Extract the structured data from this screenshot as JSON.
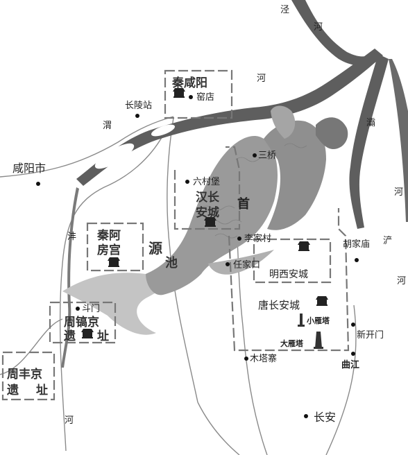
{
  "rivers": {
    "jing_1": "泾",
    "jing_2": "河",
    "wei_1": "渭",
    "wei_2": "河",
    "ba_1": "灞",
    "ba_2": "河",
    "chan_1": "浐",
    "chan_2": "河",
    "feng_1": "沣",
    "feng_2": "河"
  },
  "places": {
    "xianyang_city": "咸阳市",
    "changling_station": "长陵站",
    "yaodian": "窑店",
    "sanqiao": "三桥",
    "liucunbao": "六村堡",
    "lijiacun": "李家村",
    "renjiakou": "任家口",
    "hujiamiao": "胡家庙",
    "doumen": "斗门",
    "xinkaimen": "新开门",
    "mutazhai": "木塔寨",
    "qujiang": "曲江",
    "changan": "长安"
  },
  "sites": {
    "qin_xianyang": {
      "line1": "秦咸阳"
    },
    "han_changan": {
      "line1": "汉长",
      "line2": "安城"
    },
    "qin_epang": {
      "line1": "秦阿",
      "line2": "房宫"
    },
    "zhou_gaojing": {
      "line1": "周镐京",
      "line2a": "遗",
      "line2b": "址"
    },
    "zhou_fengjing": {
      "line1": "周丰京",
      "line2a": "遗",
      "line2b": "址"
    },
    "ming_xian": {
      "line1": "明西安城"
    },
    "tang_changan": {
      "line1": "唐长安城"
    }
  },
  "landmarks": {
    "small_goose": "小雁塔",
    "big_goose": "大雁塔"
  },
  "dragon": {
    "source_1": "源",
    "source_2": "池",
    "head": "首"
  },
  "colors": {
    "river_fill": "#5e5e5e",
    "dragon_body": "#9a9a9a",
    "dragon_light": "#c4c4c4",
    "road": "#8a8a8a",
    "box": "#777777"
  }
}
